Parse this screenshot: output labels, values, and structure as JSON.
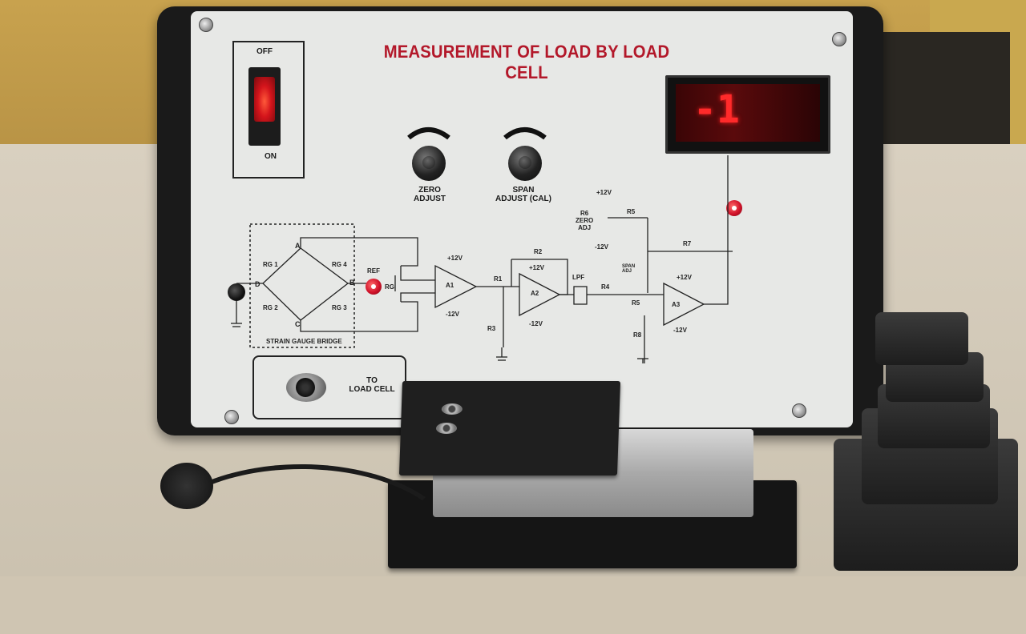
{
  "title": "MEASUREMENT OF LOAD BY LOAD CELL",
  "switch": {
    "off_label": "OFF",
    "on_label": "ON"
  },
  "knobs": {
    "zero_label_1": "ZERO",
    "zero_label_2": "ADJUST",
    "span_label_1": "SPAN",
    "span_label_2": "ADJUST (CAL)"
  },
  "display": {
    "reading": "-1"
  },
  "connector": {
    "label_1": "TO",
    "label_2": "LOAD CELL"
  },
  "schematic": {
    "bridge_label": "STRAIN GAUGE BRIDGE",
    "node_a": "A",
    "node_b": "B",
    "node_c": "C",
    "node_d": "D",
    "rg1": "RG 1",
    "rg2": "RG 2",
    "rg3": "RG 3",
    "rg4": "RG 4",
    "ref": "REF",
    "rg": "RG",
    "a1": "A1",
    "a2": "A2",
    "a3": "A3",
    "plus12": "+12V",
    "minus12": "-12V",
    "r1": "R1",
    "r2": "R2",
    "r3": "R3",
    "r4": "R4",
    "r5": "R5",
    "r6_1": "R6",
    "r6_2": "ZERO",
    "r6_3": "ADJ",
    "r7": "R7",
    "r8": "R8",
    "lpf": "LPF",
    "span_adj_1": "SPAN",
    "span_adj_2": "ADJ"
  }
}
